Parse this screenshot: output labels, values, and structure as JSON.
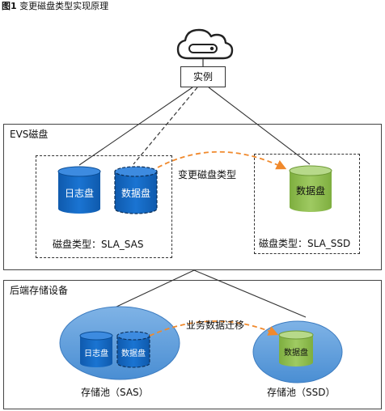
{
  "figure": {
    "number": "图1",
    "title": "变更磁盘类型实现原理"
  },
  "instance": {
    "label": "实例"
  },
  "evs_panel": {
    "title": "EVS磁盘",
    "sas_group": {
      "log_disk": "日志盘",
      "data_disk": "数据盘",
      "type_label": "磁盘类型：SLA_SAS"
    },
    "ssd_group": {
      "data_disk": "数据盘",
      "type_label": "磁盘类型：SLA_SSD"
    },
    "change_arrow_label": "变更磁盘类型"
  },
  "backend_panel": {
    "title": "后端存储设备",
    "sas_pool": {
      "log_disk": "日志盘",
      "data_disk": "数据盘",
      "label": "存储池（SAS）"
    },
    "ssd_pool": {
      "data_disk": "数据盘",
      "label": "存储池（SSD）"
    },
    "migrate_arrow_label": "业务数据迁移"
  },
  "colors": {
    "blue_disk": "#1566c0",
    "green_disk": "#8dbb4e",
    "pool_blue": "#5b9bd5",
    "arrow_orange": "#f0892c"
  }
}
